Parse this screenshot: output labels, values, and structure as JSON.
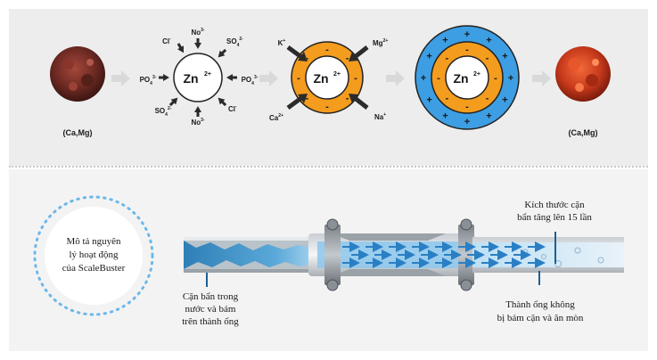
{
  "stage1": {
    "mineral_label": "(Ca,Mg)",
    "ion_center": "Zn",
    "ion_center_charge": "2+",
    "ions": [
      {
        "base": "Cl",
        "sup": "-"
      },
      {
        "base": "No",
        "sup": "3-"
      },
      {
        "base": "SO",
        "sub": "4",
        "sup": "2-"
      },
      {
        "base": "PO",
        "sub": "4",
        "sup": "3-"
      },
      {
        "base": "PO",
        "sub": "4",
        "sup": "3-"
      },
      {
        "base": "SO",
        "sub": "4",
        "sup": "2-"
      },
      {
        "base": "No",
        "sup": "3-"
      },
      {
        "base": "Cl",
        "sup": "-"
      }
    ]
  },
  "stage2": {
    "ion_center": "Zn",
    "ion_center_charge": "2+",
    "ions": [
      {
        "base": "K",
        "sup": "+"
      },
      {
        "base": "Mg",
        "sup": "2+"
      },
      {
        "base": "Ca",
        "sup": "2+"
      },
      {
        "base": "Na",
        "sup": "+"
      }
    ],
    "ring_sign": "-"
  },
  "stage3": {
    "ion_center": "Zn",
    "ion_center_charge": "2+",
    "inner_sign": "-",
    "outer_sign": "+"
  },
  "stage4": {
    "mineral_label": "(Ca,Mg)"
  },
  "colors": {
    "orange": "#f39c1e",
    "blue": "#3d9ee3",
    "arrow_gray": "#d9d9d9",
    "dark_arrow": "#2b2b2b",
    "pipe_blue": "#3a9bd8"
  },
  "pipe": {
    "badge_text_lines": [
      "Mô tả nguyên",
      "lý hoạt động",
      "của ScaleBuster"
    ],
    "label_scale_lines": [
      "Cặn bẩn trong",
      "nước và bám",
      "trên thành ống"
    ],
    "label_size_lines": [
      "Kích thước cặn",
      "bẩn tăng lên 15 lần"
    ],
    "label_wall_lines": [
      "Thành ống không",
      "bị bám cặn và ăn mòn"
    ]
  }
}
